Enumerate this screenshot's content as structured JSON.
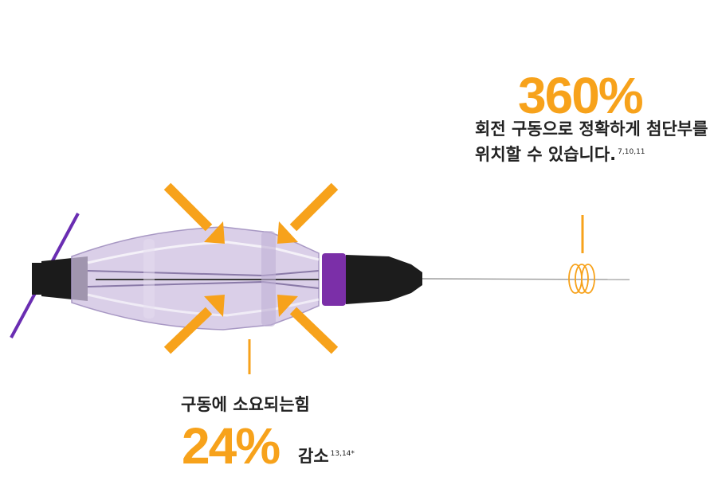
{
  "top_callout": {
    "stat": "360%",
    "line1": "회전 구동으로 정확하게 첨단부를",
    "line2": "위치할 수 있습니다.",
    "refs": "7,10,11"
  },
  "bottom_callout": {
    "heading": "구동에 소요되는힘",
    "stat": "24%",
    "suffix": "감소",
    "refs": "13,14*"
  },
  "colors": {
    "accent": "#f7a21b",
    "band": "#7b2fa8",
    "handle": "#1c1c1c"
  }
}
